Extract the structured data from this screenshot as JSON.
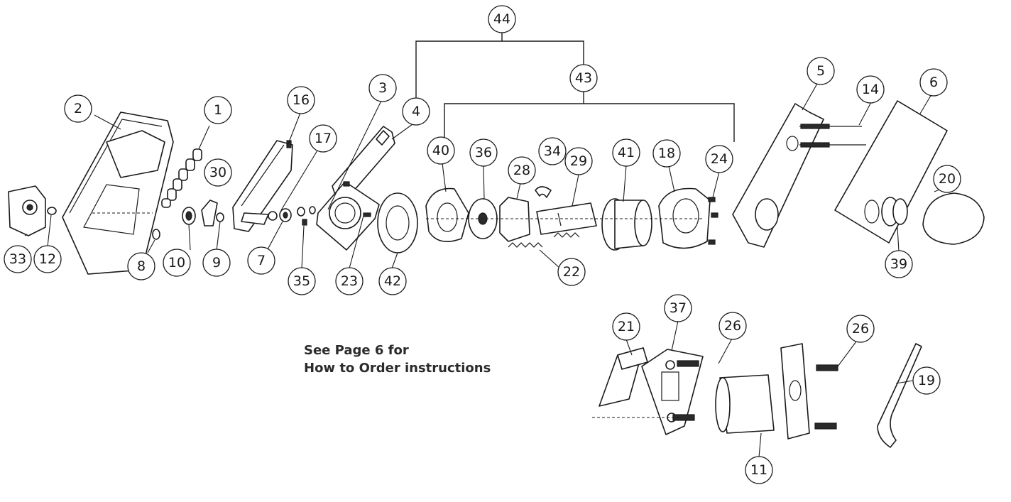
{
  "note": {
    "line1": "See Page 6 for",
    "line2": "How to Order instructions"
  },
  "callouts": {
    "c1": "1",
    "c2": "2",
    "c3": "3",
    "c4": "4",
    "c5": "5",
    "c6": "6",
    "c7": "7",
    "c8": "8",
    "c9": "9",
    "c10": "10",
    "c11": "11",
    "c12": "12",
    "c14": "14",
    "c16": "16",
    "c17": "17",
    "c18": "18",
    "c19": "19",
    "c20": "20",
    "c21": "21",
    "c22": "22",
    "c23": "23",
    "c24": "24",
    "c26a": "26",
    "c26b": "26",
    "c28": "28",
    "c29": "29",
    "c30": "30",
    "c33": "33",
    "c34": "34",
    "c35": "35",
    "c36": "36",
    "c37": "37",
    "c39": "39",
    "c40": "40",
    "c41": "41",
    "c42": "42",
    "c43": "43",
    "c44": "44"
  }
}
